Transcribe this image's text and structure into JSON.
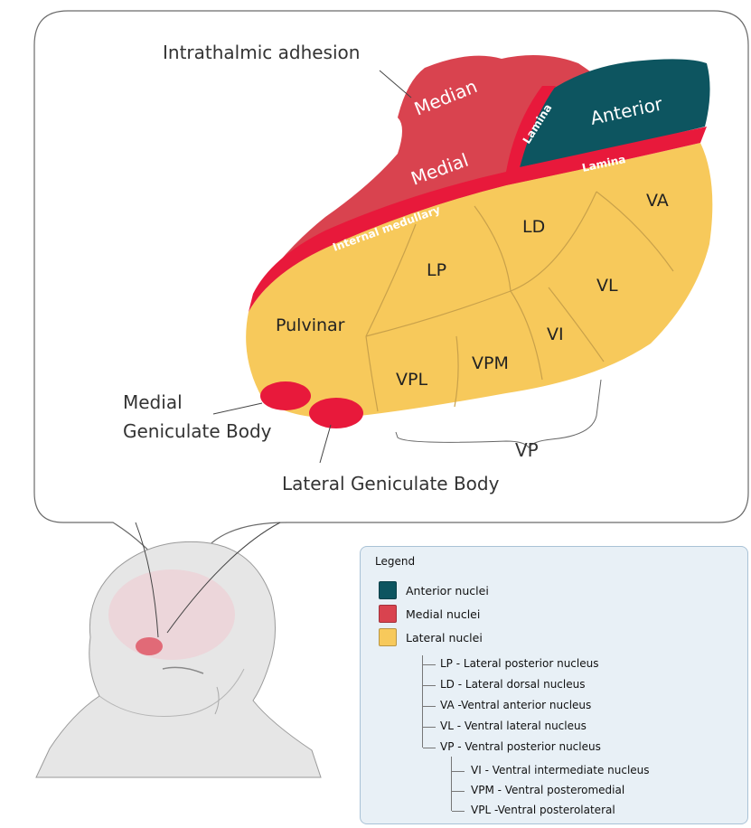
{
  "labels": {
    "intrathalamic_adhesion": "Intrathalmic adhesion",
    "median": "Median",
    "medial": "Medial",
    "anterior": "Anterior",
    "lamina_1": "Lamina",
    "lamina_2": "Lamina",
    "internal_medullary": "Internal medullary",
    "va": "VA",
    "ld": "LD",
    "lp": "LP",
    "vl": "VL",
    "pulvinar": "Pulvinar",
    "vi": "VI",
    "vpm": "VPM",
    "vpl": "VPL",
    "medial_geniculate_line1": "Medial",
    "medial_geniculate_line2": "Geniculate Body",
    "lateral_geniculate": "Lateral Geniculate Body",
    "vp": "VP"
  },
  "colors": {
    "anterior": "#0d5560",
    "medial": "#d9434f",
    "lateral": "#f7c95b",
    "lamina": "#e8193b"
  },
  "legend": {
    "title": "Legend",
    "swatches": [
      {
        "label": "Anterior nuclei",
        "color": "#0d5560"
      },
      {
        "label": "Medial nuclei",
        "color": "#d9434f"
      },
      {
        "label": "Lateral nuclei",
        "color": "#f7c95b"
      }
    ],
    "lateral_items": [
      "LP - Lateral posterior nucleus",
      "LD - Lateral dorsal nucleus",
      "VA -Ventral anterior nucleus",
      "VL - Ventral lateral nucleus",
      "VP - Ventral posterior nucleus"
    ],
    "vp_items": [
      "VI - Ventral intermediate nucleus",
      "VPM - Ventral posteromedial",
      "VPL -Ventral posterolateral"
    ]
  }
}
